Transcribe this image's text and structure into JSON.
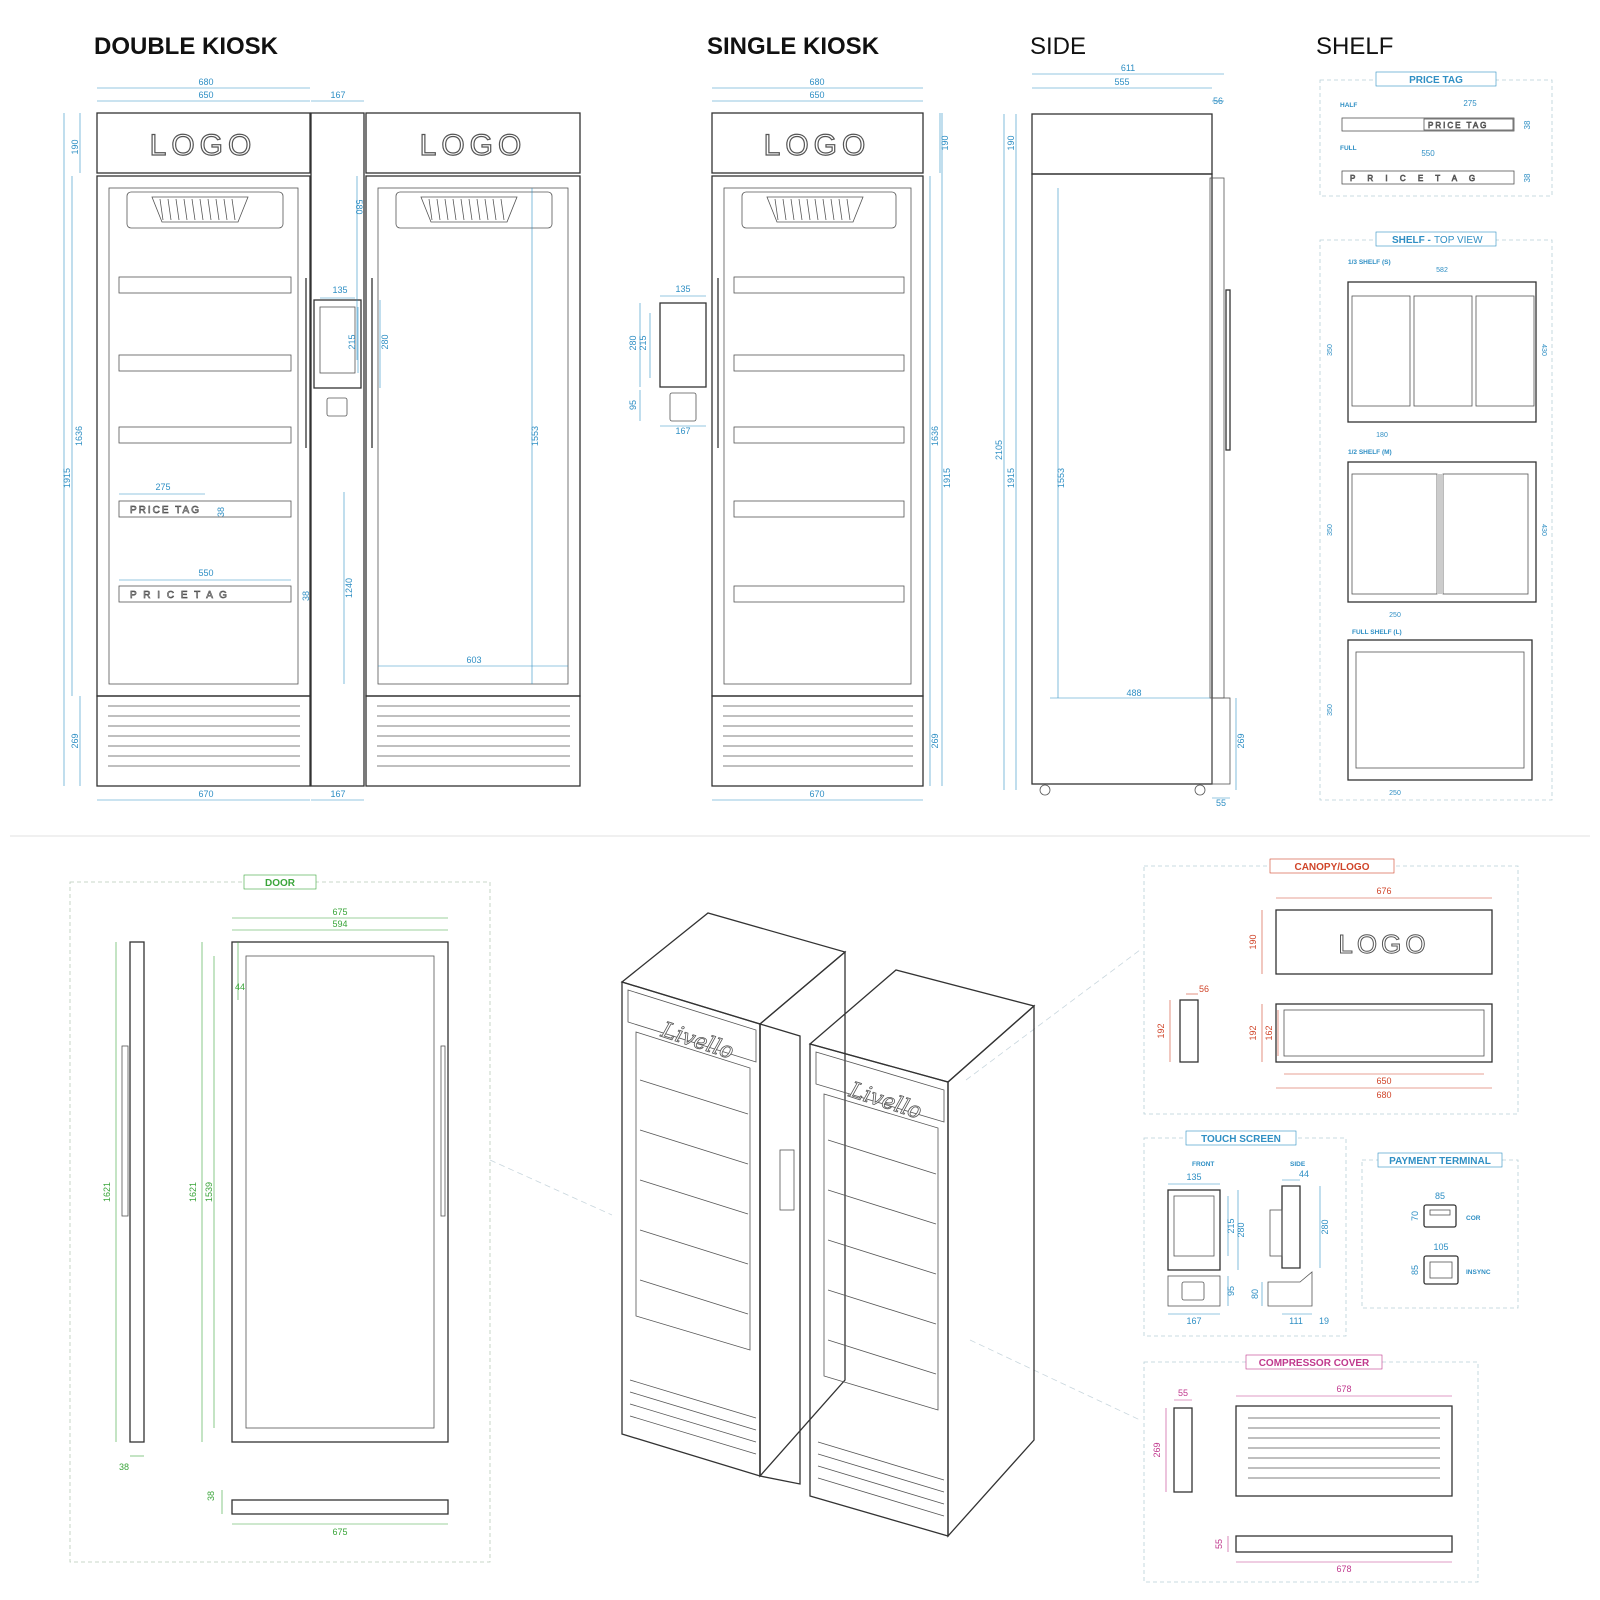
{
  "colors": {
    "dim_blue": "#2f8fc4",
    "dim_green": "#3aa53a",
    "dim_red": "#d0452a",
    "dim_magenta": "#c0388d",
    "line": "#333333",
    "section_box": "#b7cfd8"
  },
  "titles": {
    "double": "DOUBLE KIOSK",
    "single": "SINGLE KIOSK",
    "side": "SIDE",
    "shelf": "SHELF"
  },
  "labels": {
    "logo": "LOGO",
    "price_tag_short": "PRICE TAG",
    "price_tag_wide": "P R I C E   T A G",
    "brand": "Livello"
  },
  "double_kiosk": {
    "dims": {
      "w680": "680",
      "w650": "650",
      "w167": "167",
      "h190": "190",
      "h580": "580",
      "w135": "135",
      "h215": "215",
      "h280": "280",
      "h1636": "1636",
      "h1915": "1915",
      "h1553": "1553",
      "h1240": "1240",
      "w275": "275",
      "h38a": "38",
      "w550": "550",
      "h38b": "38",
      "w603": "603",
      "h269": "269",
      "w670": "670",
      "w167b": "167"
    }
  },
  "single_kiosk": {
    "dims": {
      "w680": "680",
      "w650": "650",
      "h190": "190",
      "w135": "135",
      "h280": "280",
      "h215": "215",
      "h95": "95",
      "w167": "167",
      "h1636": "1636",
      "h1915": "1915",
      "h269": "269",
      "w670": "670"
    }
  },
  "side_view": {
    "dims": {
      "w611": "611",
      "w555": "555",
      "w56": "56",
      "h190": "190",
      "h2105": "2105",
      "h1915": "1915",
      "h1553": "1553",
      "w488": "488",
      "h269": "269",
      "w55": "55"
    }
  },
  "shelf": {
    "price_tag": {
      "title": "PRICE TAG",
      "half": "HALF",
      "half_w": "275",
      "half_h": "38",
      "full": "FULL",
      "full_w": "550",
      "full_h": "38"
    },
    "top_view": {
      "title_a": "SHELF - ",
      "title_b": "TOP VIEW",
      "third": {
        "label": "1/3 SHELF (S)",
        "w": "582",
        "h": "350",
        "h2": "430",
        "cell": "180"
      },
      "half": {
        "label": "1/2 SHELF (M)",
        "h": "350",
        "h2": "430",
        "cell": "250"
      },
      "full": {
        "label": "FULL SHELF (L)",
        "h": "350",
        "w": "250"
      }
    }
  },
  "door": {
    "title": "DOOR",
    "dims": {
      "w675": "675",
      "w594": "594",
      "h44": "44",
      "h1621a": "1621",
      "h1621b": "1621",
      "h1539": "1539",
      "w38": "38",
      "h38": "38",
      "w675b": "675"
    }
  },
  "canopy": {
    "title": "CANOPY/LOGO",
    "dims": {
      "w676": "676",
      "h190": "190",
      "w56": "56",
      "h192a": "192",
      "h192b": "192",
      "h162": "162",
      "w650": "650",
      "w680": "680"
    }
  },
  "touch_screen": {
    "title": "TOUCH SCREEN",
    "front": "FRONT",
    "side": "SIDE",
    "dims": {
      "w135": "135",
      "h215": "215",
      "h280": "280",
      "h95": "95",
      "w167": "167",
      "w44": "44",
      "h280b": "280",
      "h80": "80",
      "w111": "111",
      "w19": "19"
    }
  },
  "payment": {
    "title": "PAYMENT TERMINAL",
    "cor": "COR",
    "insync": "INSYNC",
    "dims": {
      "w85": "85",
      "h70": "70",
      "w105": "105",
      "h85": "85"
    }
  },
  "compressor": {
    "title": "COMPRESSOR COVER",
    "dims": {
      "w55": "55",
      "w678a": "678",
      "h269": "269",
      "h55": "55",
      "w678b": "678"
    }
  }
}
